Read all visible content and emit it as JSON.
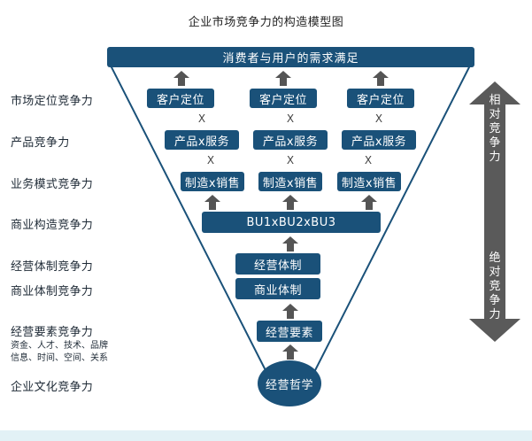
{
  "title": "企业市场竞争力的构造模型图",
  "top_bar": "消费者与用户的需求满足",
  "customer_positioning": [
    "客户定位",
    "客户定位",
    "客户定位"
  ],
  "product_service": [
    "产品x服务",
    "产品x服务",
    "产品x服务"
  ],
  "manufacture_sales": [
    "制造x销售",
    "制造x销售",
    "制造x销售"
  ],
  "x_symbol": "X",
  "bu_bar": "BU1xBU2xBU3",
  "management_system": "经营体制",
  "business_system": "商业体制",
  "management_elements": "经营要素",
  "philosophy": "经营哲学",
  "levels": {
    "market_positioning": "市场定位竞争力",
    "product": "产品竞争力",
    "business_model": "业务模式竞争力",
    "business_structure": "商业构造竞争力",
    "management_system": "经营体制竞争力",
    "business_system": "商业体制竞争力",
    "management_elements": "经营要素竞争力",
    "elements_line1": "资金、人才、技术、品牌",
    "elements_line2": "信息、时间、空间、关系",
    "culture": "企业文化竞争力"
  },
  "side_arrow": {
    "relative": "相对竞争力",
    "absolute": "绝对竞争力"
  },
  "colors": {
    "box": "#1a5179",
    "arrow": "#555555",
    "triangle_edge": "#1a5179",
    "side_arrow": "#5a5a5a",
    "footer": "#e2f1f6"
  }
}
